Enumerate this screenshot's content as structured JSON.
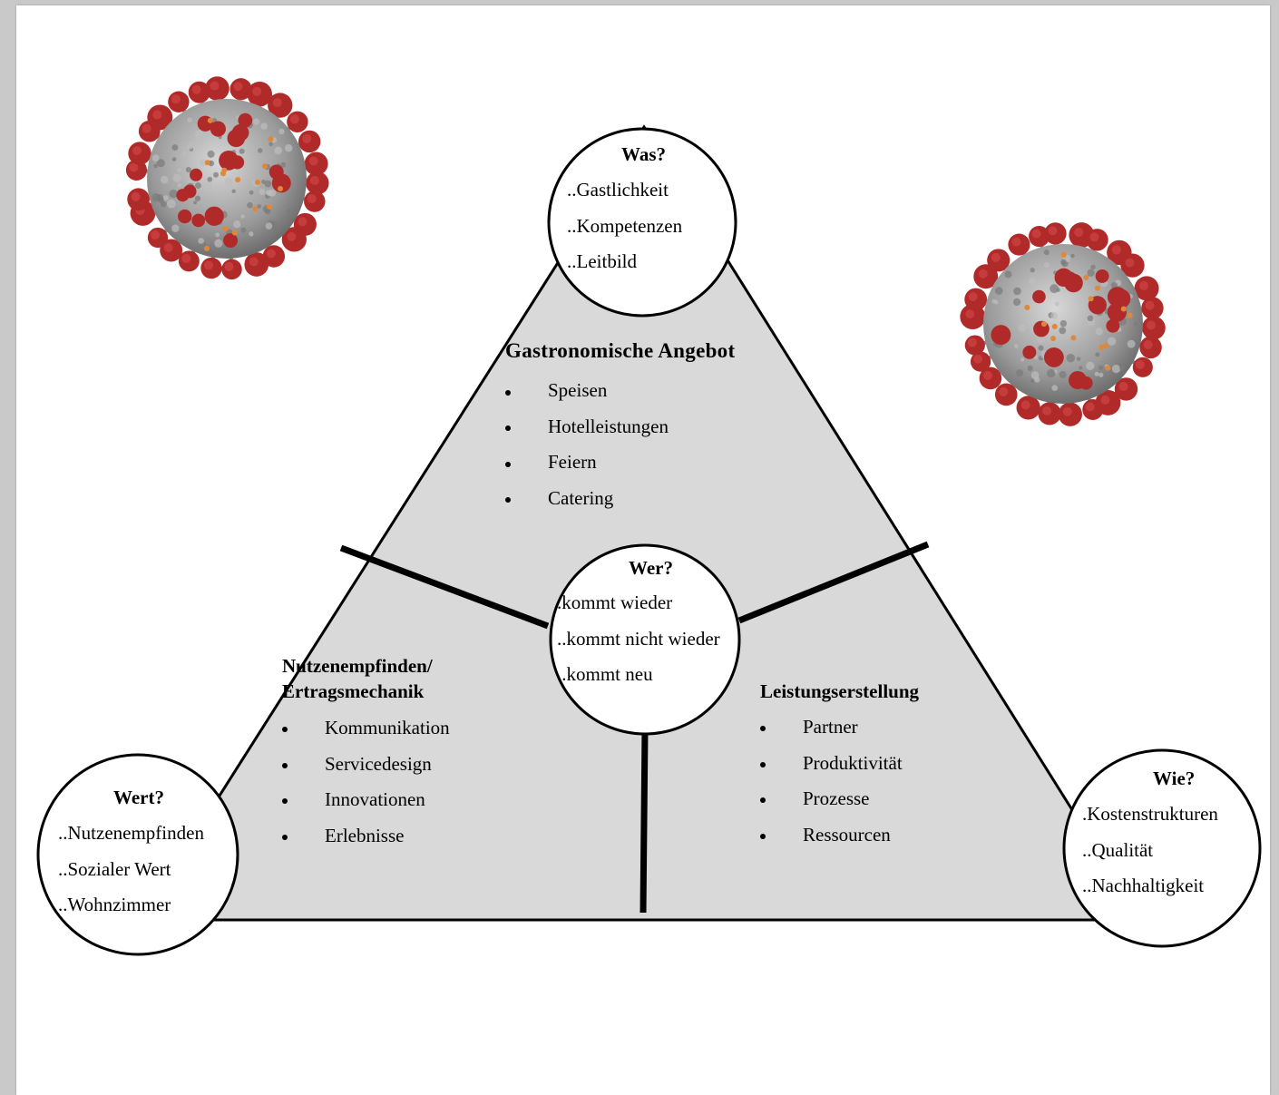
{
  "colors": {
    "triangle_fill": "#d9d9d9",
    "stroke": "#000000",
    "circle_fill": "#ffffff",
    "virus_body": "#9a9a9a",
    "virus_spike": "#b02a2a",
    "virus_dot": "#e0883a"
  },
  "icons": [
    "coronavirus-illustration",
    "coronavirus-illustration"
  ],
  "top_circle": {
    "title": "Was?",
    "items": [
      "..Gastlichkeit",
      "..Kompetenzen",
      "..Leitbild"
    ]
  },
  "center_circle": {
    "title": "Wer?",
    "items": [
      ".kommt wieder",
      "..kommt nicht wieder",
      "..kommt neu"
    ]
  },
  "left_circle": {
    "title": "Wert?",
    "items": [
      "..Nutzenempfinden",
      "..Sozialer Wert",
      "..Wohnzimmer"
    ]
  },
  "right_circle": {
    "title": "Wie?",
    "items": [
      ".Kostenstrukturen",
      "..Qualität",
      "..Nachhaltigkeit"
    ]
  },
  "top_section": {
    "title": "Gastronomische Angebot",
    "items": [
      "Speisen",
      "Hotelleistungen",
      "Feiern",
      "Catering"
    ]
  },
  "left_section": {
    "title_line1": "Nutzenempfinden/",
    "title_line2": "Ertragsmechanik",
    "items": [
      "Kommunikation",
      "Servicedesign",
      "Innovationen",
      "Erlebnisse"
    ]
  },
  "right_section": {
    "title": "Leistungserstellung",
    "items": [
      "Partner",
      "Produktivität",
      "Prozesse",
      "Ressourcen"
    ]
  }
}
